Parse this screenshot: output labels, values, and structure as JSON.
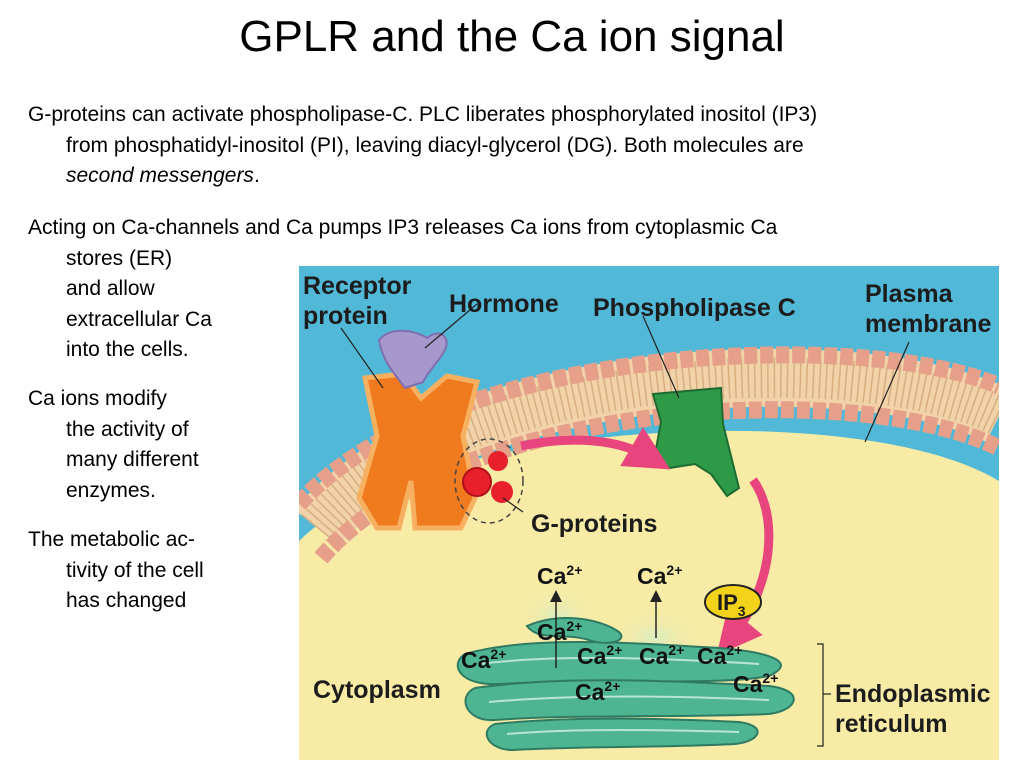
{
  "slide": {
    "title": "GPLR and the Ca ion signal",
    "para1": {
      "line1": "G-proteins can activate phospholipase-C. PLC liberates phosphorylated inositol (IP3)",
      "line2": "from phosphatidyl-inositol (PI), leaving diacyl-glycerol (DG). Both molecules are",
      "line3_italic": "second messengers",
      "line3_end": "."
    },
    "para2": {
      "line1": "Acting on Ca-channels and Ca pumps IP3 releases Ca ions from cytoplasmic Ca",
      "line2": "stores (ER)",
      "line3": "and allow",
      "line4": "extracellular Ca",
      "line5": "into the cells."
    },
    "para3": {
      "line1": "Ca ions modify",
      "line2": "the activity of",
      "line3": "many different",
      "line4": "enzymes."
    },
    "para4": {
      "line1": "The metabolic ac-",
      "line2": "tivity of the cell",
      "line3": "has changed"
    }
  },
  "figure": {
    "labels": {
      "receptor_1": "Receptor",
      "receptor_2": "protein",
      "hormone": "Hormone",
      "plc": "Phospholipase C",
      "plasma_1": "Plasma",
      "plasma_2": "membrane",
      "gproteins": "G-proteins",
      "ip3_base": "IP",
      "ip3_sub": "3",
      "cytoplasm": "Cytoplasm",
      "er_1": "Endoplasmic",
      "er_2": "reticulum"
    },
    "ca_base": "Ca",
    "ca_charge": "2+",
    "colors": {
      "extracellular": "#52b8d8",
      "cytoplasm": "#f7eba6",
      "lipid_head": "#e9a48c",
      "receptor": "#f07a1e",
      "hormone": "#a698cc",
      "plc": "#2e9a48",
      "gprotein": "#e8202c",
      "arrow": "#e8457e",
      "ip3": "#f3d21a",
      "er": "#4db592"
    }
  }
}
